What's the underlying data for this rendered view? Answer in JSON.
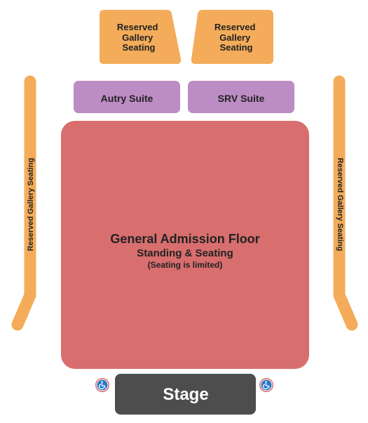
{
  "colors": {
    "gallery": "#F4AC5A",
    "suite": "#BC8CC4",
    "floor": "#D86E6E",
    "stage": "#4D4D4D",
    "ada_ring": "#D86E6E",
    "ada_badge": "#2B77C8",
    "label_text": "#222222",
    "stage_text": "#FFFFFF"
  },
  "sections": {
    "gallery_top_left": {
      "line1": "Reserved",
      "line2": "Gallery",
      "line3": "Seating"
    },
    "gallery_top_right": {
      "line1": "Reserved",
      "line2": "Gallery",
      "line3": "Seating"
    },
    "gallery_side_left": {
      "label": "Reserved Gallery Seating"
    },
    "gallery_side_right": {
      "label": "Reserved Gallery Seating"
    },
    "autry_suite": {
      "label": "Autry Suite"
    },
    "srv_suite": {
      "label": "SRV Suite"
    },
    "floor": {
      "title": "General Admission Floor",
      "subtitle": "Standing & Seating",
      "note": "(Seating is limited)"
    },
    "stage": {
      "label": "Stage"
    }
  },
  "icons": {
    "ada_left": "wheelchair-accessible-icon",
    "ada_right": "wheelchair-accessible-icon"
  }
}
